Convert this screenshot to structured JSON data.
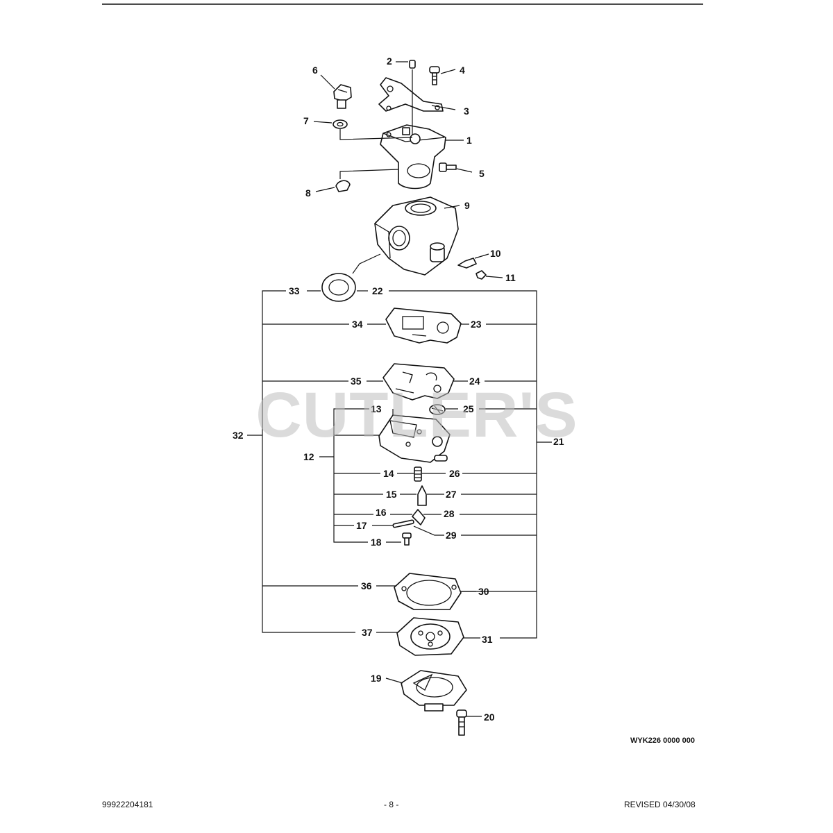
{
  "document": {
    "part_number": "99922204181",
    "page_label": "- 8 -",
    "revision": "REVISED 04/30/08",
    "drawing_code": "WYK226 0000 000"
  },
  "watermark_text": "CUTLER'S",
  "callouts": {
    "c1": "1",
    "c2": "2",
    "c3": "3",
    "c4": "4",
    "c5": "5",
    "c6": "6",
    "c7": "7",
    "c8": "8",
    "c9": "9",
    "c10": "10",
    "c11": "11",
    "c12": "12",
    "c13": "13",
    "c14": "14",
    "c15": "15",
    "c16": "16",
    "c17": "17",
    "c18": "18",
    "c19": "19",
    "c20": "20",
    "c21": "21",
    "c22": "22",
    "c23": "23",
    "c24": "24",
    "c25": "25",
    "c26": "26",
    "c27": "27",
    "c28": "28",
    "c29": "29",
    "c30": "30",
    "c31": "31",
    "c32": "32",
    "c33": "33",
    "c34": "34",
    "c35": "35",
    "c36": "36",
    "c37": "37"
  }
}
